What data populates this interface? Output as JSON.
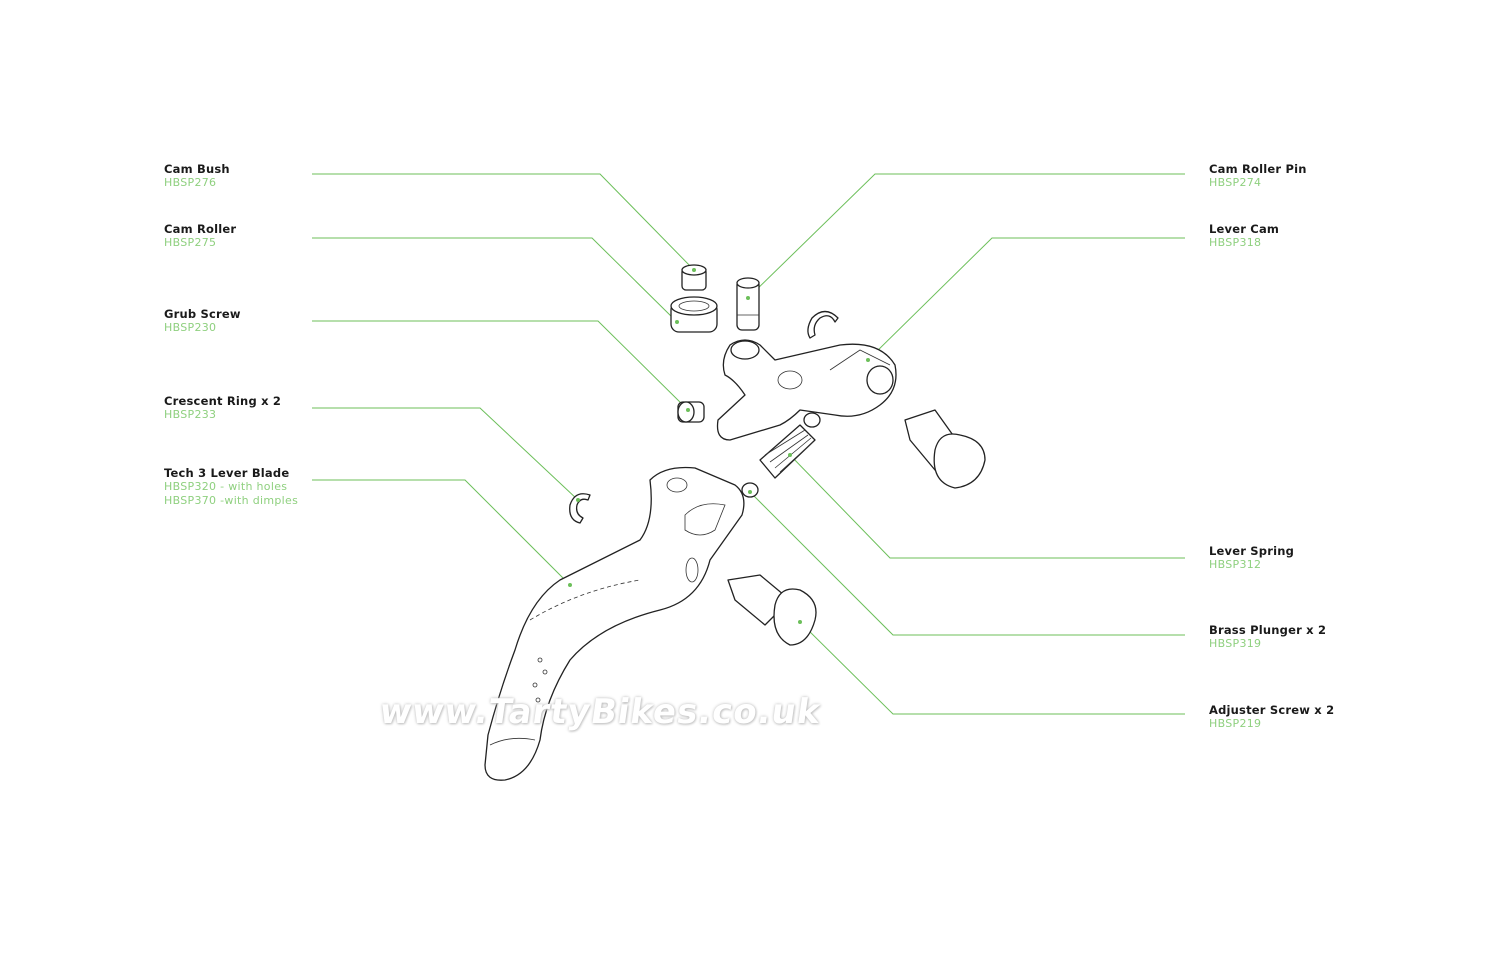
{
  "parts_left": [
    {
      "name": "Cam Bush",
      "codes": [
        "HBSP276"
      ]
    },
    {
      "name": "Cam Roller",
      "codes": [
        "HBSP275"
      ]
    },
    {
      "name": "Grub Screw",
      "codes": [
        "HBSP230"
      ]
    },
    {
      "name": "Crescent Ring x 2",
      "codes": [
        "HBSP233"
      ]
    },
    {
      "name": "Tech 3 Lever Blade",
      "codes": [
        "HBSP320 - with holes",
        "HBSP370 -with dimples"
      ]
    }
  ],
  "parts_right": [
    {
      "name": "Cam Roller Pin",
      "codes": [
        "HBSP274"
      ]
    },
    {
      "name": "Lever Cam",
      "codes": [
        "HBSP318"
      ]
    },
    {
      "name": "Lever Spring",
      "codes": [
        "HBSP312"
      ]
    },
    {
      "name": "Brass Plunger x 2",
      "codes": [
        "HBSP319"
      ]
    },
    {
      "name": "Adjuster Screw x 2",
      "codes": [
        "HBSP219"
      ]
    }
  ],
  "watermark": "www.TartyBikes.co.uk",
  "colors": {
    "leader": "#6cbf5a",
    "code_text": "#8fd07f",
    "name_text": "#1a1a1a"
  }
}
